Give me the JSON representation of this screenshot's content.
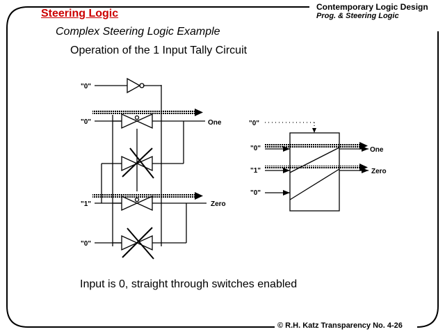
{
  "header": {
    "title": "Steering Logic",
    "course": "Contemporary  Logic Design",
    "chapter": "Prog. & Steering Logic"
  },
  "slide": {
    "subtitle": "Complex Steering Logic Example",
    "heading": "Operation of the 1 Input Tally Circuit",
    "caption": "Input is 0, straight through switches enabled"
  },
  "left_circuit": {
    "inputs": [
      "\"0\"",
      "\"0\"",
      "\"1\"",
      "\"0\""
    ],
    "outputs": [
      "One",
      "Zero"
    ]
  },
  "right_block": {
    "control_input": "\"0\"",
    "inputs": [
      "\"0\"",
      "\"1\"",
      "\"0\""
    ],
    "outputs": [
      "One",
      "Zero"
    ]
  },
  "footer": {
    "text": "© R.H. Katz   Transparency No. 4-26"
  }
}
